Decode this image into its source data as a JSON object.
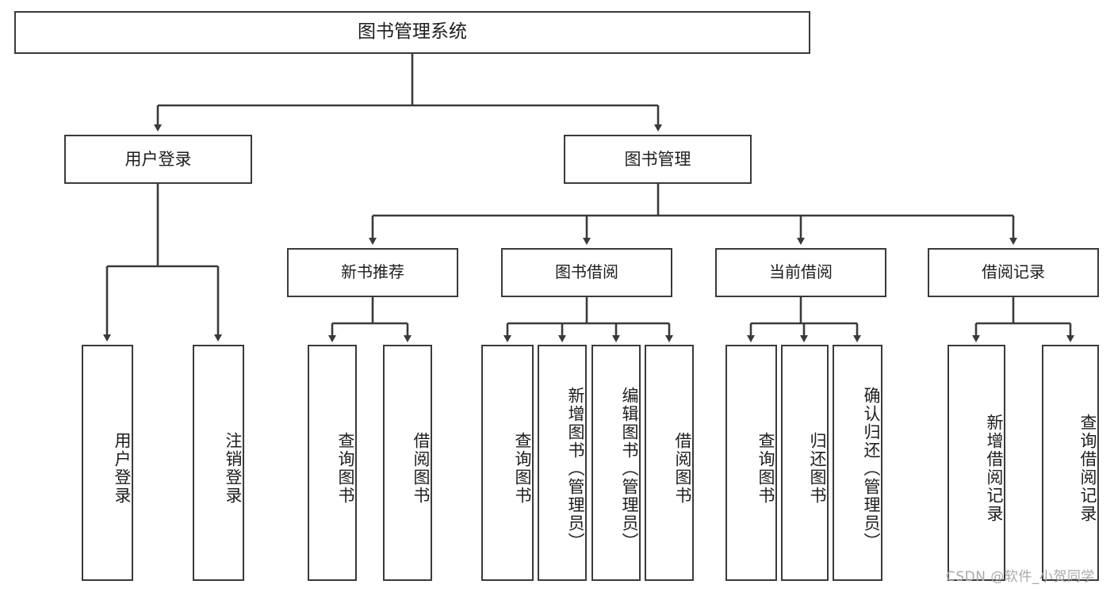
{
  "diagram": {
    "title": "图书管理系统",
    "type": "hierarchy-tree",
    "root": {
      "label": "图书管理系统"
    },
    "level1": [
      {
        "label": "用户登录"
      },
      {
        "label": "图书管理"
      }
    ],
    "level2": [
      {
        "label": "新书推荐"
      },
      {
        "label": "图书借阅"
      },
      {
        "label": "当前借阅"
      },
      {
        "label": "借阅记录"
      }
    ],
    "leaves": {
      "user_login": [
        {
          "label": "用户登录"
        },
        {
          "label": "注销登录"
        }
      ],
      "new_book_recommend": [
        {
          "label": "查询图书"
        },
        {
          "label": "借阅图书"
        }
      ],
      "book_borrow": [
        {
          "label": "查询图书"
        },
        {
          "label": "新增图书（管理员）"
        },
        {
          "label": "编辑图书（管理员）"
        },
        {
          "label": "借阅图书"
        }
      ],
      "current_borrow": [
        {
          "label": "查询图书"
        },
        {
          "label": "归还图书"
        },
        {
          "label": "确认归还（管理员）"
        }
      ],
      "borrow_record": [
        {
          "label": "新增借阅记录"
        },
        {
          "label": "查询借阅记录"
        }
      ]
    }
  },
  "watermark": {
    "text": "CSDN @软件_小贺同学"
  },
  "colors": {
    "stroke": "#3a3a3a",
    "background": "#ffffff",
    "text": "#1d1d1d",
    "watermark": "#a9a9a9"
  }
}
